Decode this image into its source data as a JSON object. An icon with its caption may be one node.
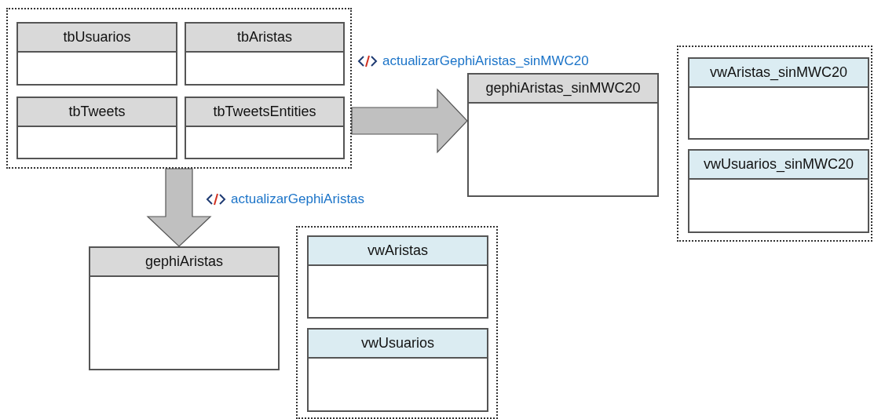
{
  "diagram": {
    "nodes": [
      {
        "text": [],
        "shape": "box"
      },
      {
        "text": [
          "tbUsuarios"
        ],
        "in": 0
      },
      {
        "text": [
          "tbAristas"
        ],
        "in": 0
      },
      {
        "text": [
          "tbTweets"
        ],
        "in": 0
      },
      {
        "text": [
          "tbTweetsEntities"
        ],
        "in": 0
      },
      {
        "text": [
          "gephiAristas_sinMWC20"
        ]
      },
      {
        "text": [],
        "shape": "box"
      },
      {
        "text": [
          "vwAristas_sinMWC20"
        ],
        "in": 6
      },
      {
        "text": [
          "vwUsuarios_sinMWC20"
        ],
        "in": 6
      },
      {
        "text": [
          "gephiAristas"
        ]
      },
      {
        "text": [],
        "shape": "box"
      },
      {
        "text": [
          "vwAristas"
        ],
        "in": 10
      },
      {
        "text": [
          "vwUsuarios"
        ],
        "in": 10
      }
    ],
    "edges": [
      {
        "from": 0,
        "to": 5,
        "arrow": "to",
        "label": "actualizarGephiAristas_sinMWC20",
        "style": "thick"
      },
      {
        "from": 0,
        "to": 9,
        "arrow": "to",
        "label": "actualizarGephiAristas",
        "style": "thick"
      }
    ]
  }
}
